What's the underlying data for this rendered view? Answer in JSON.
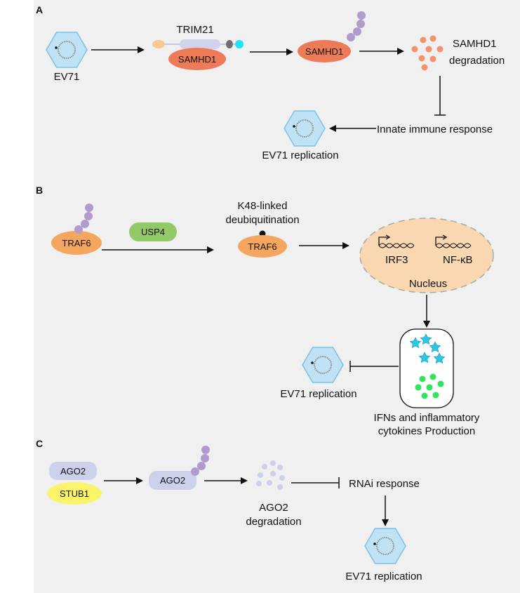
{
  "panels": {
    "a": {
      "letter": "A",
      "virus_label": "EV71",
      "trim21_label": "TRIM21",
      "samhd1_complex_label": "SAMHD1",
      "samhd1_ub_label": "SAMHD1",
      "degradation_label_1": "SAMHD1",
      "degradation_label_2": "degradation",
      "innate_label": "Innate immune response",
      "replication_label": "EV71 replication"
    },
    "b": {
      "letter": "B",
      "traf6_ub_label": "TRAF6",
      "usp4_label": "USP4",
      "deubiq_label_1": "K48-linked",
      "deubiq_label_2": "deubiquitination",
      "traf6_label": "TRAF6",
      "irf3_label": "IRF3",
      "nfkb_label": "NF-κB",
      "nucleus_label": "Nucleus",
      "replication_label": "EV71 replication",
      "cytokines_label_1": "IFNs and inflammatory",
      "cytokines_label_2": "cytokines Production"
    },
    "c": {
      "letter": "C",
      "ago2_complex_label": "AGO2",
      "stub1_label": "STUB1",
      "ago2_ub_label": "AGO2",
      "degradation_label_1": "AGO2",
      "degradation_label_2": "degradation",
      "rnai_label": "RNAi response",
      "replication_label": "EV71 replication"
    }
  },
  "colors": {
    "background": "#f0f0f0",
    "virus_fill": "#bfe3f5",
    "virus_stroke": "#7fc1e3",
    "samhd1": "#ed7b57",
    "traf6": "#f4a65e",
    "usp4": "#93c968",
    "ago2": "#ccd0ea",
    "stub1": "#fbf46a",
    "nucleus": "#f9d7b1",
    "ubiquitin": "#b09bcc",
    "star": "#2bc8e5",
    "cytokine_dot": "#33e35e",
    "trim21_body": "#d3d2ec",
    "trim21_left": "#f5c895",
    "trim21_grey": "#6f6f6f",
    "trim21_cyan": "#1ce4f2"
  },
  "icons": [
    "virus-hexagon-icon",
    "ubiquitin-chain-icon",
    "promoter-arrow-icon",
    "dna-helix-icon",
    "cytokine-star-icon"
  ]
}
